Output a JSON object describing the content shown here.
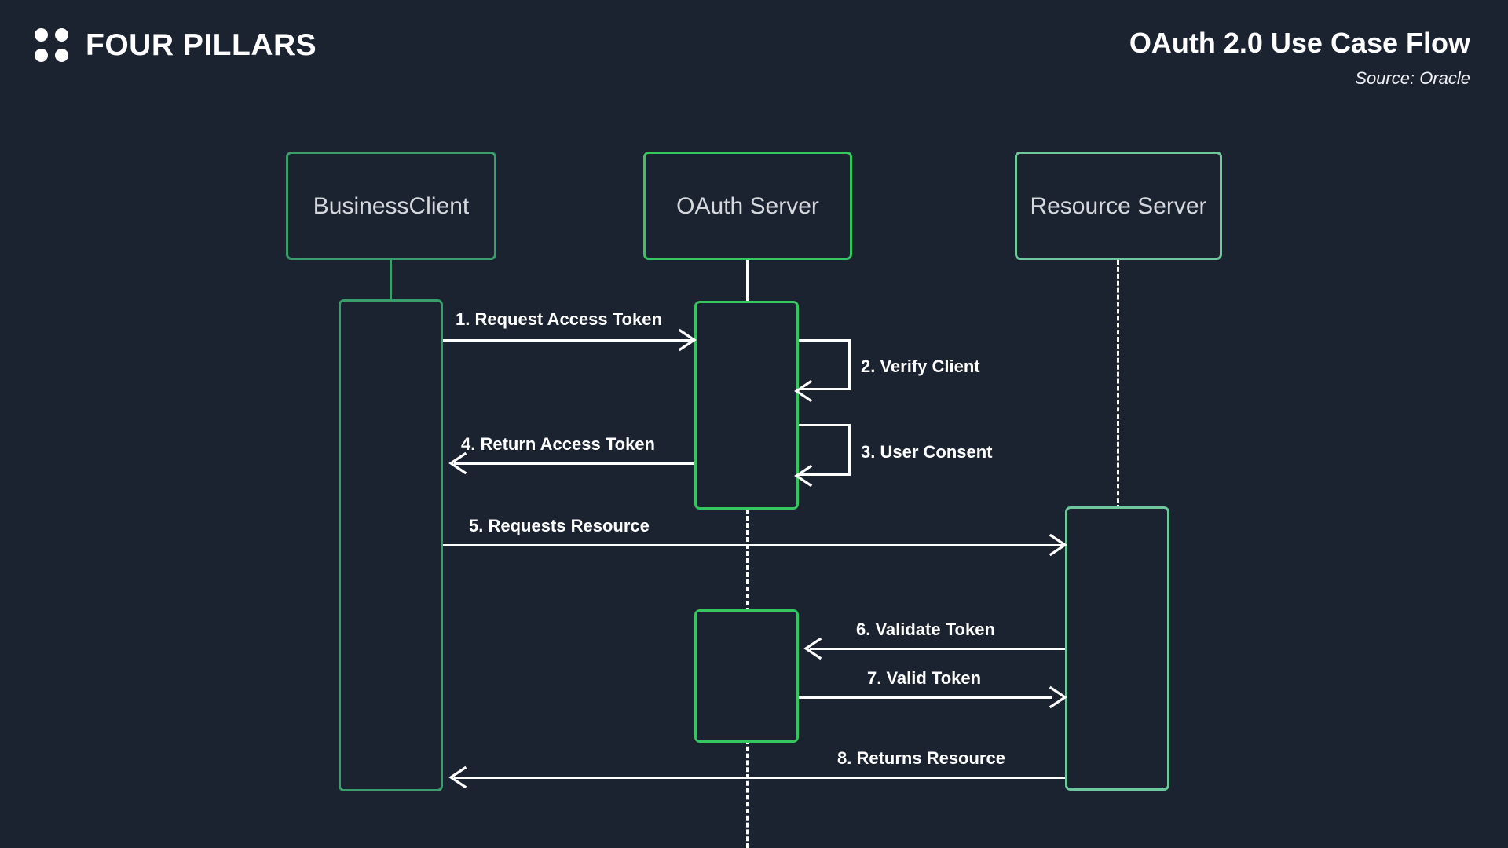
{
  "brand": {
    "name": "FOUR PILLARS",
    "logo_icon": "four-dots-icon"
  },
  "header": {
    "title": "OAuth 2.0 Use Case Flow",
    "source": "Source: Oracle"
  },
  "colors": {
    "background": "#1b2230",
    "green_client": "#3a9e6b",
    "green_oauth": "#35c75f",
    "green_resource": "#6fc89b",
    "line": "#ffffff",
    "participant_text": "#d5d9de",
    "label_text": "#ffffff"
  },
  "diagram": {
    "type": "uml-sequence-diagram",
    "participants": [
      {
        "id": "client",
        "label": "BusinessClient",
        "color": "#3a9e6b"
      },
      {
        "id": "oauth",
        "label": "OAuth Server",
        "color": "#35c75f"
      },
      {
        "id": "resource",
        "label": "Resource Server",
        "color": "#6fc89b"
      }
    ],
    "messages": [
      {
        "number": "1.",
        "label": "1.  Request Access Token",
        "text": "Request Access Token",
        "from": "client",
        "to": "oauth",
        "direction": "right",
        "kind": "call"
      },
      {
        "number": "2.",
        "label": "2.  Verify Client",
        "text": "Verify Client",
        "from": "oauth",
        "to": "oauth",
        "direction": "self",
        "kind": "self"
      },
      {
        "number": "3.",
        "label": "3.  User Consent",
        "text": "User Consent",
        "from": "oauth",
        "to": "oauth",
        "direction": "self",
        "kind": "self"
      },
      {
        "number": "4.",
        "label": "4.  Return Access Token",
        "text": "Return Access Token",
        "from": "oauth",
        "to": "client",
        "direction": "left",
        "kind": "return"
      },
      {
        "number": "5.",
        "label": "5.  Requests Resource",
        "text": "Requests Resource",
        "from": "client",
        "to": "resource",
        "direction": "right",
        "kind": "call"
      },
      {
        "number": "6.",
        "label": "6.  Validate Token",
        "text": "Validate Token",
        "from": "resource",
        "to": "oauth",
        "direction": "left",
        "kind": "call"
      },
      {
        "number": "7.",
        "label": "7.  Valid Token",
        "text": "Valid Token",
        "from": "oauth",
        "to": "resource",
        "direction": "right",
        "kind": "return"
      },
      {
        "number": "8.",
        "label": "8.  Returns Resource",
        "text": "Returns Resource",
        "from": "resource",
        "to": "client",
        "direction": "left",
        "kind": "return"
      }
    ]
  }
}
